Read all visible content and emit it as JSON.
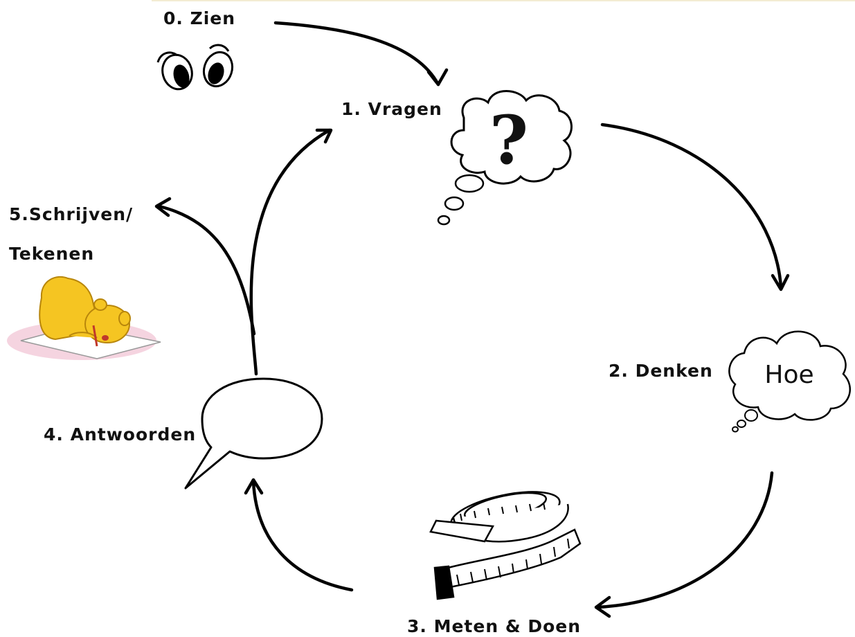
{
  "steps": {
    "zien": "0. Zien",
    "vragen": "1. Vragen",
    "denken": "2. Denken",
    "meten": "3. Meten & Doen",
    "antwoorden": "4. Antwoorden",
    "schrijven_line1": "5.Schrijven/",
    "schrijven_line2": "Tekenen"
  },
  "cloud_text": "Hoe",
  "question_mark": "?",
  "icons": {
    "zien": "eyes-icon",
    "vragen": "question-thought-cloud-icon",
    "denken": "thought-cloud-icon",
    "meten": "measuring-tape-icon",
    "antwoorden": "speech-bubble-icon",
    "schrijven": "bear-writing-icon"
  },
  "colors": {
    "bear": "#f5c522",
    "paper_shadow": "#f2c6d6",
    "ink": "#000000"
  }
}
